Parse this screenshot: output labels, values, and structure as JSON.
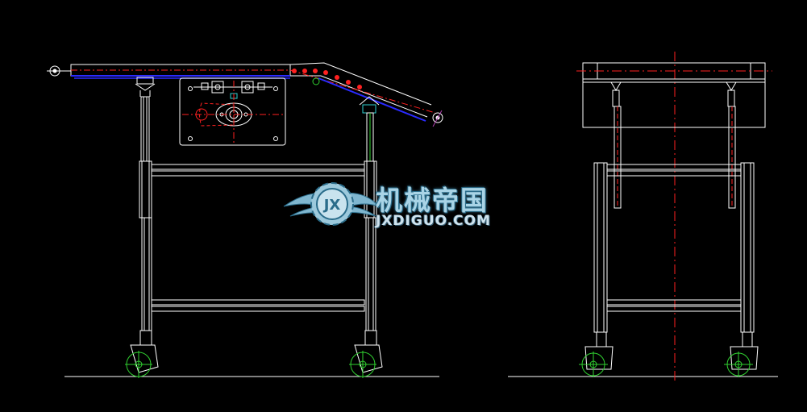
{
  "colors": {
    "background": "#000000",
    "outline": "#ffffff",
    "centerline": "#ff2020",
    "belt": "#2a2aff",
    "caster": "#30d030",
    "handle": "#b040b0",
    "watermark": "#a9d4e6"
  },
  "watermark": {
    "title_cn": "机械帝国",
    "url": "JXDIGUO.COM",
    "logo_letters": "JX",
    "logo_icon": "gear-wings-icon"
  },
  "views": [
    "side-view",
    "front-view"
  ]
}
